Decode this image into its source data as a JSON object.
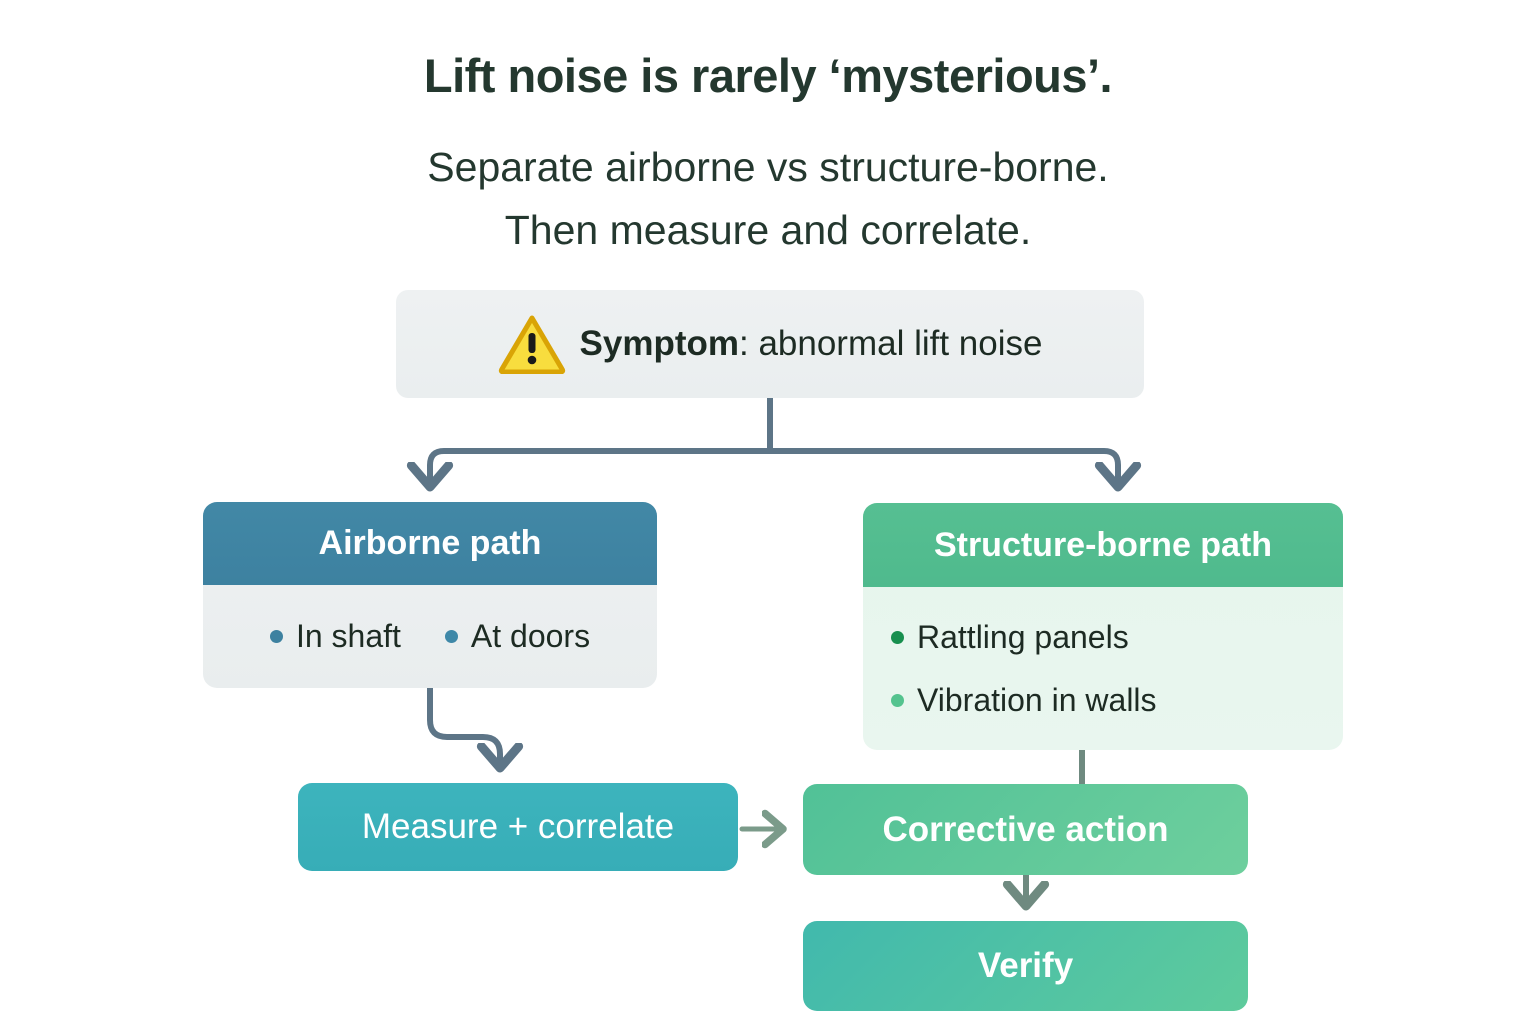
{
  "page": {
    "title": "Lift noise is rarely ‘mysterious’.",
    "subtitle_line1": "Separate airborne vs structure-borne.",
    "subtitle_line2": "Then measure and correlate."
  },
  "symptom": {
    "icon": "warning-triangle-icon",
    "label": "Symptom",
    "separator": ": ",
    "value": "abnormal lift noise"
  },
  "airborne": {
    "header": "Airborne path",
    "bullets": [
      {
        "text": "In shaft"
      },
      {
        "text": "At doors"
      }
    ]
  },
  "structure": {
    "header": "Structure-borne path",
    "bullets": [
      {
        "text": "Rattling panels"
      },
      {
        "text": "Vibration in walls"
      }
    ]
  },
  "actions": {
    "measure": "Measure + correlate",
    "corrective": "Corrective action",
    "verify": "Verify"
  },
  "colors": {
    "background": "#ffffff",
    "text": "#24382f",
    "airborne_header": "#3d81a0",
    "airborne_body": "#eef1f2",
    "structure_header": "#52bd90",
    "structure_body": "#e7f5ee",
    "measure": "#39aeb8",
    "corrective": "#5cc79b",
    "verify": "#4ec2a5",
    "symptom_box": "#eceff0",
    "connector": "#5d7587",
    "connector_green": "#6d8f80",
    "warn_fill": "#f7dc3f",
    "warn_stroke": "#d9a406"
  },
  "connectors": [
    {
      "name": "symptom-to-airborne",
      "style": "elbow-arrow"
    },
    {
      "name": "symptom-to-structure",
      "style": "elbow-arrow"
    },
    {
      "name": "airborne-to-measure",
      "style": "s-curve-arrow"
    },
    {
      "name": "measure-to-corrective",
      "style": "straight-arrow"
    },
    {
      "name": "structure-to-corrective",
      "style": "plain-line"
    },
    {
      "name": "corrective-to-verify",
      "style": "straight-arrow"
    }
  ]
}
